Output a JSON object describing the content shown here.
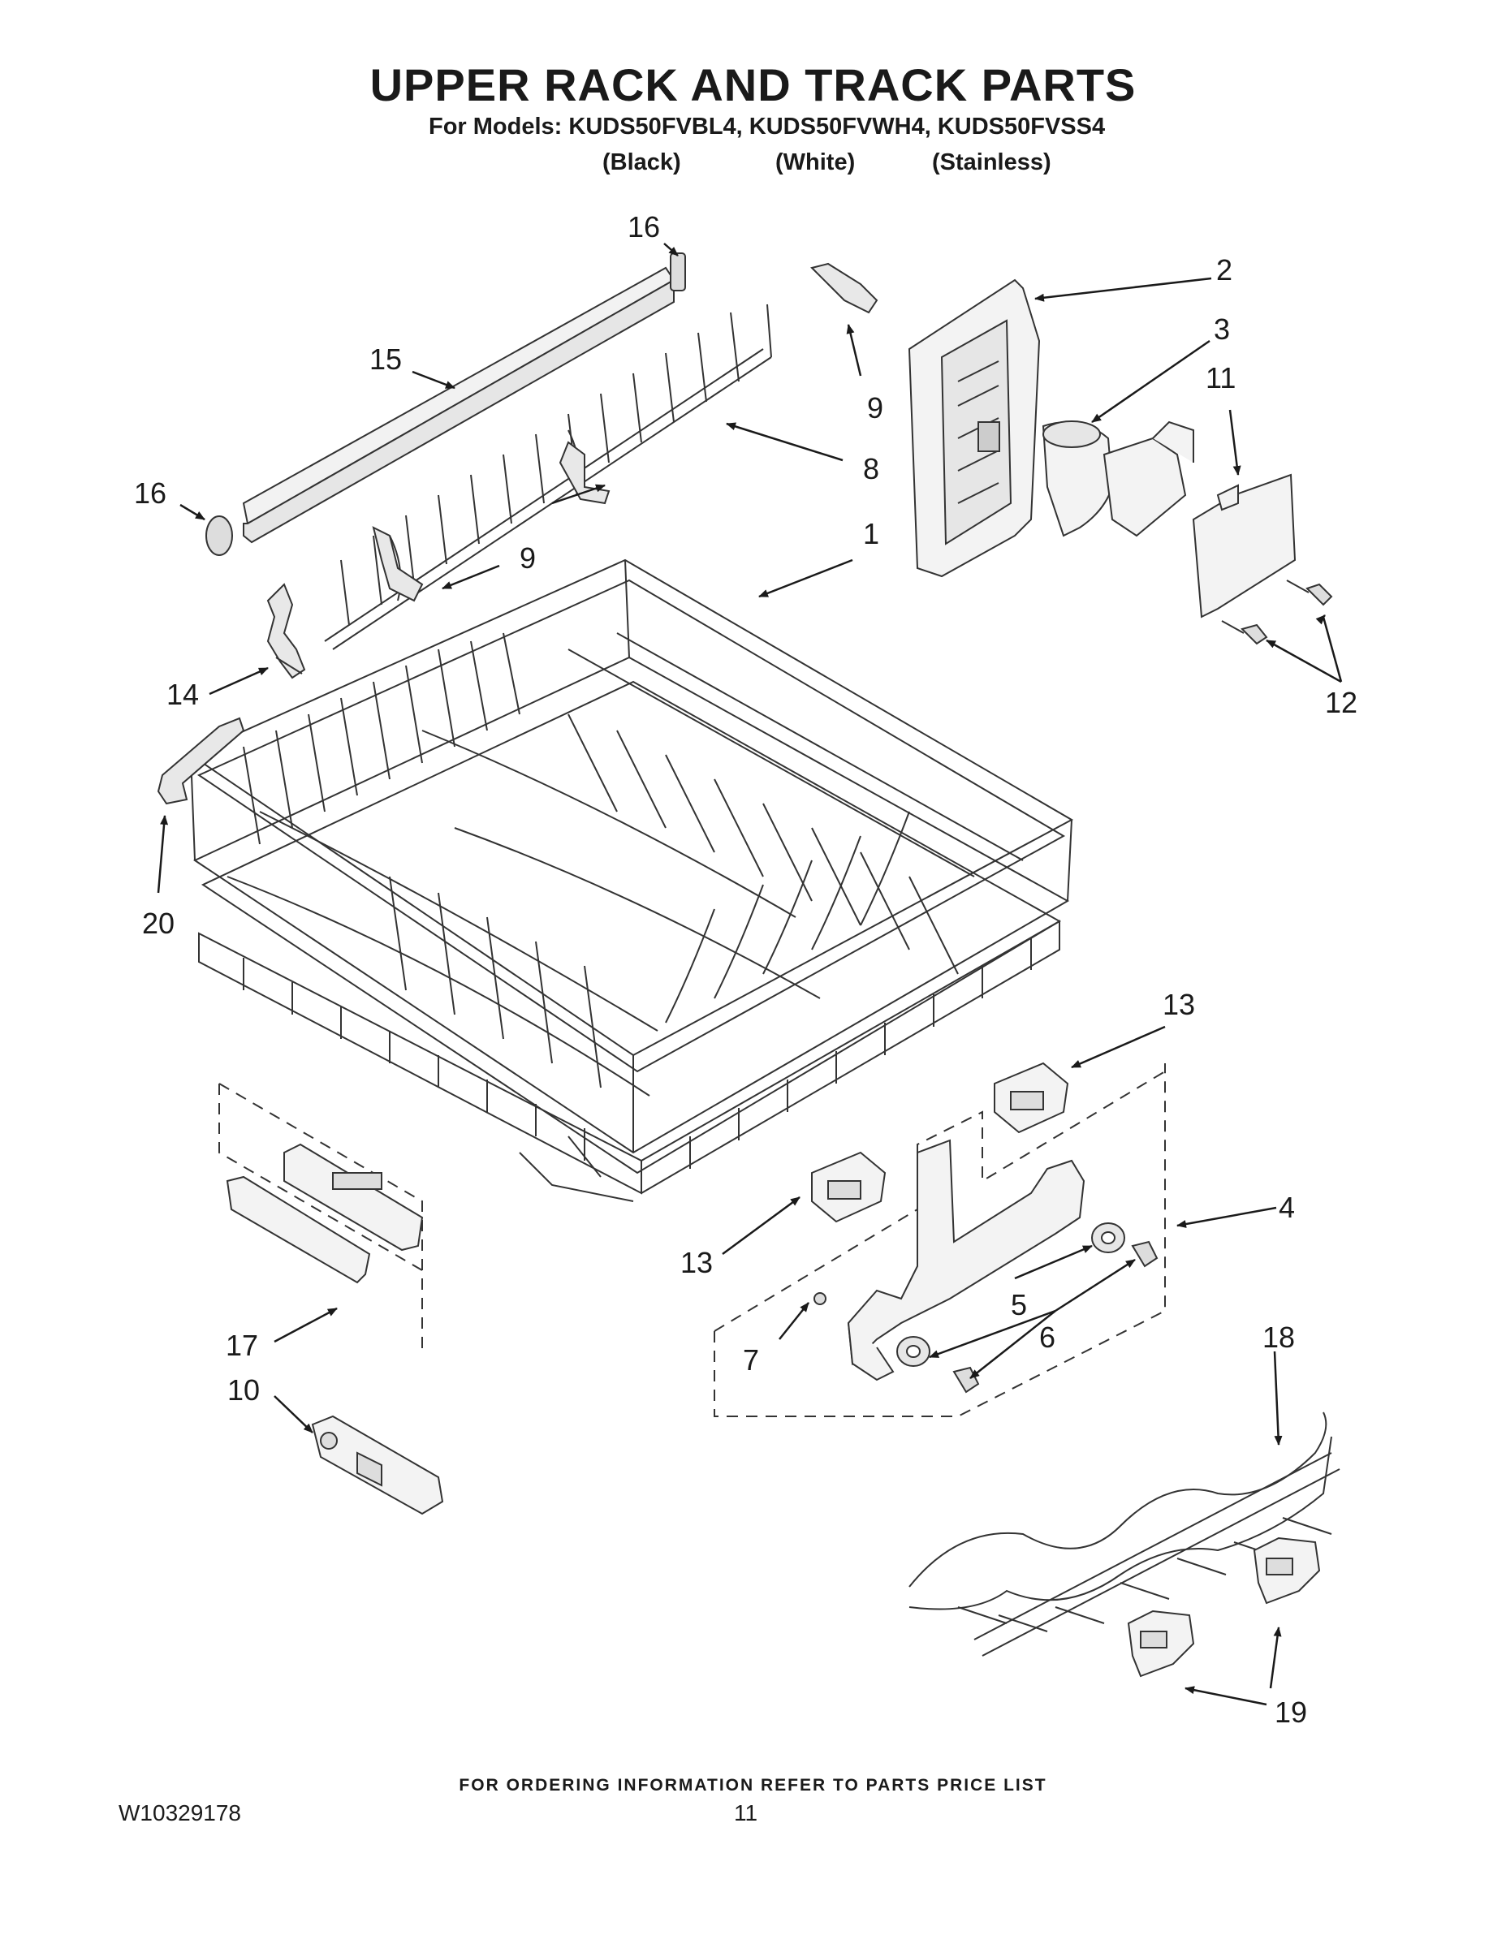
{
  "header": {
    "title": "UPPER RACK AND TRACK PARTS",
    "models": "For Models: KUDS50FVBL4, KUDS50FVWH4, KUDS50FVSS4",
    "variants": [
      "(Black)",
      "(White)",
      "(Stainless)"
    ]
  },
  "callouts": [
    "16",
    "15",
    "16",
    "9",
    "2",
    "3",
    "11",
    "8",
    "9",
    "1",
    "14",
    "12",
    "20",
    "13",
    "4",
    "13",
    "5",
    "6",
    "7",
    "17",
    "10",
    "18",
    "19"
  ],
  "footer": {
    "ordering_note": "FOR ORDERING INFORMATION REFER TO PARTS PRICE LIST",
    "doc_number": "W10329178",
    "page_number": "11"
  }
}
